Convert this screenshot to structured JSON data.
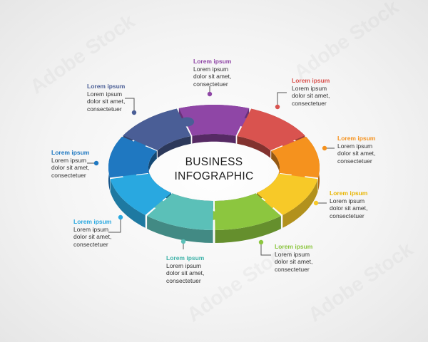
{
  "center": {
    "line1": "BUSINESS",
    "line2": "INFOGRAPHIC"
  },
  "side_id": "1197119620",
  "watermark": "Adobe Stock",
  "colors": {
    "purple": "#8f46a6",
    "red": "#d9534f",
    "orange": "#f5921e",
    "yellow": "#f7c928",
    "green": "#8cc63f",
    "teal": "#5bc0b8",
    "lightblue": "#29a8e0",
    "blue": "#1f78c1",
    "navy": "#4a5e96"
  },
  "steps": [
    {
      "color": "purple",
      "title": "Lorem ipsum",
      "line1": "Lorem ipsum",
      "line2": "dolor sit amet,",
      "line3": "consectetuer"
    },
    {
      "color": "red",
      "title": "Lorem ipsum",
      "line1": "Lorem ipsum",
      "line2": "dolor sit amet,",
      "line3": "consectetuer"
    },
    {
      "color": "orange",
      "title": "Lorem ipsum",
      "line1": "Lorem ipsum",
      "line2": "dolor sit amet,",
      "line3": "consectetuer"
    },
    {
      "color": "yellow",
      "title": "Lorem ipsum",
      "line1": "Lorem ipsum",
      "line2": "dolor sit amet,",
      "line3": "consectetuer"
    },
    {
      "color": "green",
      "title": "Lorem ipsum",
      "line1": "Lorem ipsum",
      "line2": "dolor sit amet,",
      "line3": "consectetuer"
    },
    {
      "color": "teal",
      "title": "Lorem ipsum",
      "line1": "Lorem ipsum",
      "line2": "dolor sit amet,",
      "line3": "consectetuer"
    },
    {
      "color": "lightblue",
      "title": "Lorem ipsum",
      "line1": "Lorem ipsum",
      "line2": "dolor sit amet,",
      "line3": "consectetuer"
    },
    {
      "color": "blue",
      "title": "Lorem ipsum",
      "line1": "Lorem ipsum",
      "line2": "dolor sit amet,",
      "line3": "consectetuer"
    },
    {
      "color": "navy",
      "title": "Lorem ipsum",
      "line1": "Lorem ipsum",
      "line2": "dolor sit amet,",
      "line3": "consectetuer"
    }
  ]
}
